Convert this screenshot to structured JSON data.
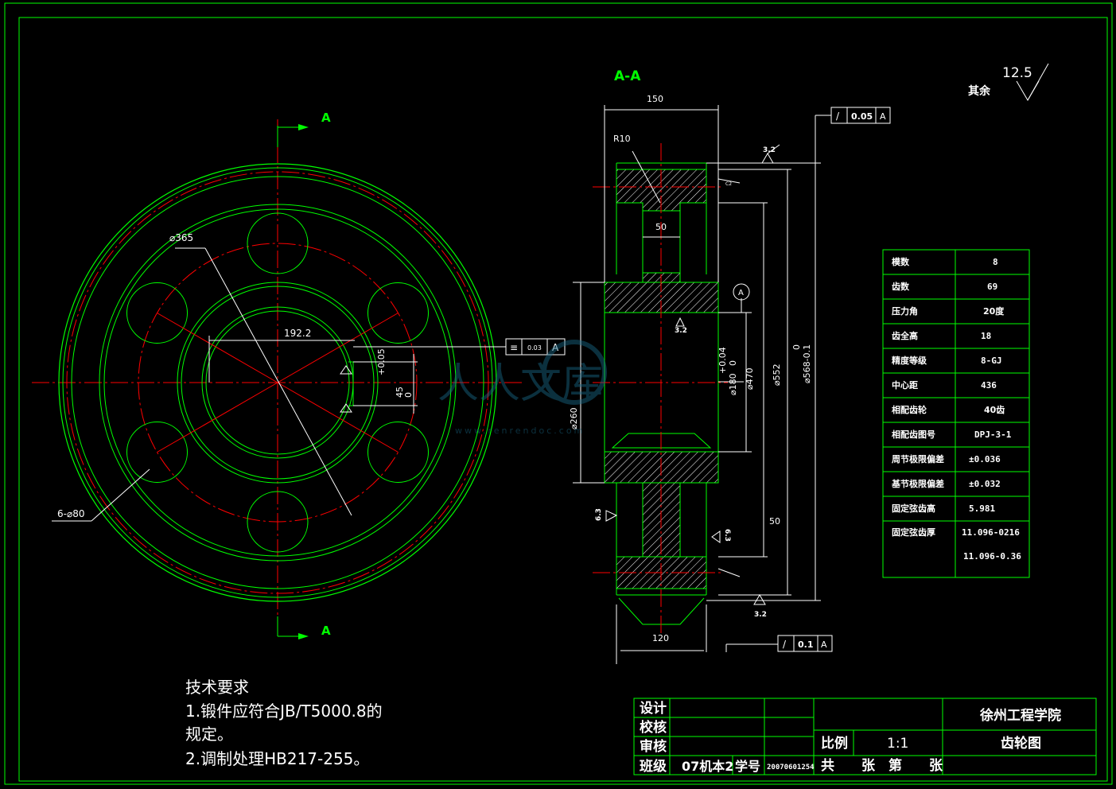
{
  "section_label": "A-A",
  "cut_letter": "A",
  "roughness": {
    "value": "12.5",
    "rest_label": "其余"
  },
  "front_dims": {
    "d365": "⌀365",
    "w192": "192.2",
    "holes": "6-⌀80",
    "key_upper": "+0.05",
    "key_lower": "0",
    "key_nom": "45"
  },
  "section_dims": {
    "w150": "150",
    "r10": "R10",
    "w50": "50",
    "w120": "120",
    "h50": "50",
    "d260": "⌀260",
    "d180": "⌀180",
    "d180_tol_up": "+0.04",
    "d180_tol_lo": "0",
    "d470": "⌀470",
    "d552": "⌀552",
    "d568": "⌀568-0.1",
    "d568_tol": "0",
    "rough1": "3.2",
    "rough2": "3.2",
    "rough3": "3.2",
    "rough4": "6.3",
    "rough5": "6.3",
    "datum": "A",
    "chamfer": "C2"
  },
  "tolerances": [
    {
      "symbol": "/",
      "value": "0.05",
      "datum": "A"
    },
    {
      "symbol": "/",
      "value": "0.1",
      "datum": "A"
    },
    {
      "symbol": "≡",
      "value": "0.03",
      "datum": "A"
    }
  ],
  "params": [
    {
      "label": "模数",
      "value": "8"
    },
    {
      "label": "齿数",
      "value": "69"
    },
    {
      "label": "压力角",
      "value": "20度"
    },
    {
      "label": "齿全高",
      "value": "18"
    },
    {
      "label": "精度等级",
      "value": "8-GJ"
    },
    {
      "label": "中心距",
      "value": "436"
    },
    {
      "label": "相配齿轮",
      "value": "40齿"
    },
    {
      "label": "相配齿图号",
      "value": "DPJ-3-1"
    },
    {
      "label": "周节极限偏差",
      "value": "±0.036"
    },
    {
      "label": "基节极限偏差",
      "value": "±0.032"
    },
    {
      "label": "固定弦齿高",
      "value": "5.981"
    },
    {
      "label": "固定弦齿厚",
      "value": "11.096-0216",
      "value2": "11.096-0.36"
    }
  ],
  "notes": {
    "title": "技术要求",
    "line1": "1.锻件应符合JB/T5000.8的",
    "line2": "规定。",
    "line3": "2.调制处理HB217-255。"
  },
  "title_block": {
    "design": "设计",
    "check": "校核",
    "review": "审核",
    "class_label": "班级",
    "class_value": "07机本2",
    "id_label": "学号",
    "id_value": "20070601254",
    "school": "徐州工程学院",
    "scale_label": "比例",
    "scale_value": "1:1",
    "drawing_name": "齿轮图",
    "sheets": "共　　张　第　　张"
  },
  "watermark": {
    "text": "人人文库",
    "url": "www.renrendoc.com"
  }
}
